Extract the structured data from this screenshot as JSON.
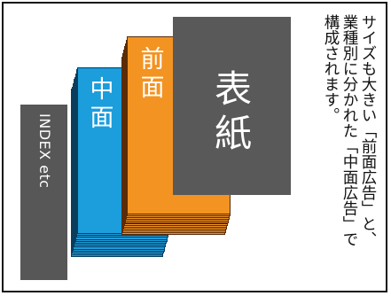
{
  "labels": {
    "index": "INDEX etc",
    "naka_top": "中",
    "naka_bottom": "面",
    "mae_top": "前",
    "mae_bottom": "面",
    "hyo_top": "表",
    "hyo_bottom": "紙"
  },
  "description": [
    "サイズも大きい「前面広告」と、",
    "業種別に分かれた「中面広告」で",
    "構成されます。"
  ],
  "colors": {
    "index_gray": "#575757",
    "blue": "#1c9ddc",
    "orange": "#f39321",
    "cover_gray": "#595959",
    "stroke_dark": "#111111"
  }
}
